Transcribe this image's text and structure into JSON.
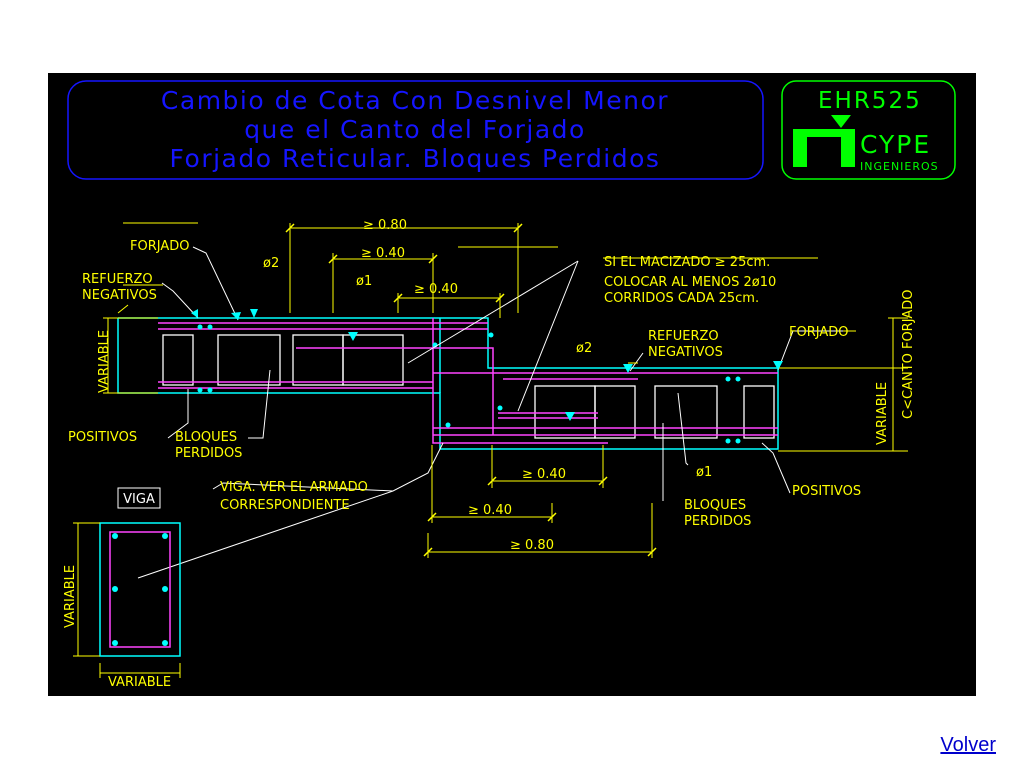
{
  "title": {
    "line1": "Cambio de Cota Con Desnivel Menor",
    "line2": "que el Canto del Forjado",
    "line3": "Forjado Reticular. Bloques Perdidos"
  },
  "logo": {
    "code": "EHR525",
    "brand": "CYPE",
    "sub": "INGENIEROS"
  },
  "labels": {
    "forjado_left": "FORJADO",
    "refuerzo_left_1": "REFUERZO",
    "refuerzo_left_2": "NEGATIVOS",
    "variable_left": "VARIABLE",
    "positivos_left": "POSITIVOS",
    "bloques_left_1": "BLOQUES",
    "bloques_left_2": "PERDIDOS",
    "phi2_top": "ø2",
    "phi1_top": "ø1",
    "dim_top_080": "≥ 0.80",
    "dim_top_040a": "≥ 0.40",
    "dim_top_040b": "≥ 0.40",
    "macizado_1": "SI EL MACIZADO ≥ 25cm.",
    "macizado_2": "COLOCAR AL MENOS 2ø10",
    "macizado_3": "CORRIDOS CADA 25cm.",
    "refuerzo_right_1": "REFUERZO",
    "refuerzo_right_2": "NEGATIVOS",
    "forjado_right": "FORJADO",
    "phi2_right": "ø2",
    "canto_forjado": "C<CANTO FORJADO",
    "variable_right": "VARIABLE",
    "viga_note_1": "VIGA. VER EL ARMADO",
    "viga_note_2": "CORRESPONDIENTE",
    "dim_bot_040a": "≥ 0.40",
    "dim_bot_040b": "≥ 0.40",
    "dim_bot_080": "≥ 0.80",
    "phi1_bottom": "ø1",
    "bloques_right_1": "BLOQUES",
    "bloques_right_2": "PERDIDOS",
    "positivos_right": "POSITIVOS",
    "viga_box": "VIGA",
    "variable_viga_v": "VARIABLE",
    "variable_viga_h": "VARIABLE"
  },
  "colors": {
    "title_blue": "#1515ff",
    "logo_green": "#00ff00",
    "text_yellow": "#ffff00",
    "concrete_cyan": "#00ffff",
    "rebar_magenta": "#ff44ff",
    "leader_white": "#ffffff",
    "link_blue": "#0000cc"
  },
  "footer": {
    "volver": "Volver"
  }
}
